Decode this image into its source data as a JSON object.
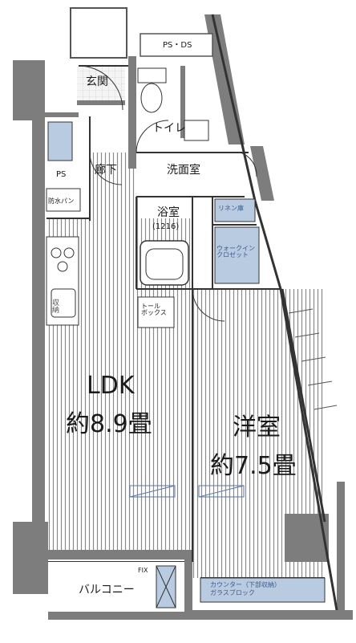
{
  "rooms": {
    "ps_ds": "PS・DS",
    "entrance": "玄関",
    "toilet": "トイレ",
    "corridor": "廊下",
    "washroom": "洗面室",
    "ps": "PS",
    "waterproof_pan": "防水パン",
    "bathroom": "浴室",
    "bathroom_size": "(1216)",
    "linen": "リネン庫",
    "walk_in_closet": "ウォークイン\nクロゼット",
    "ldk": "LDK",
    "ldk_size": "約8.9畳",
    "western_room": "洋室",
    "western_size": "約7.5畳",
    "balcony": "バルコニー",
    "fix": "FIX",
    "counter": "カウンター（下部収納）\nガラスブロック",
    "tall_cabinet": "トール\nボックス",
    "storage": "収納"
  },
  "colors": {
    "wall": "#7d7d7d",
    "floor_hatch": "#8a8a8a",
    "blue_fill": "#b8cbe0",
    "line": "#333333"
  }
}
